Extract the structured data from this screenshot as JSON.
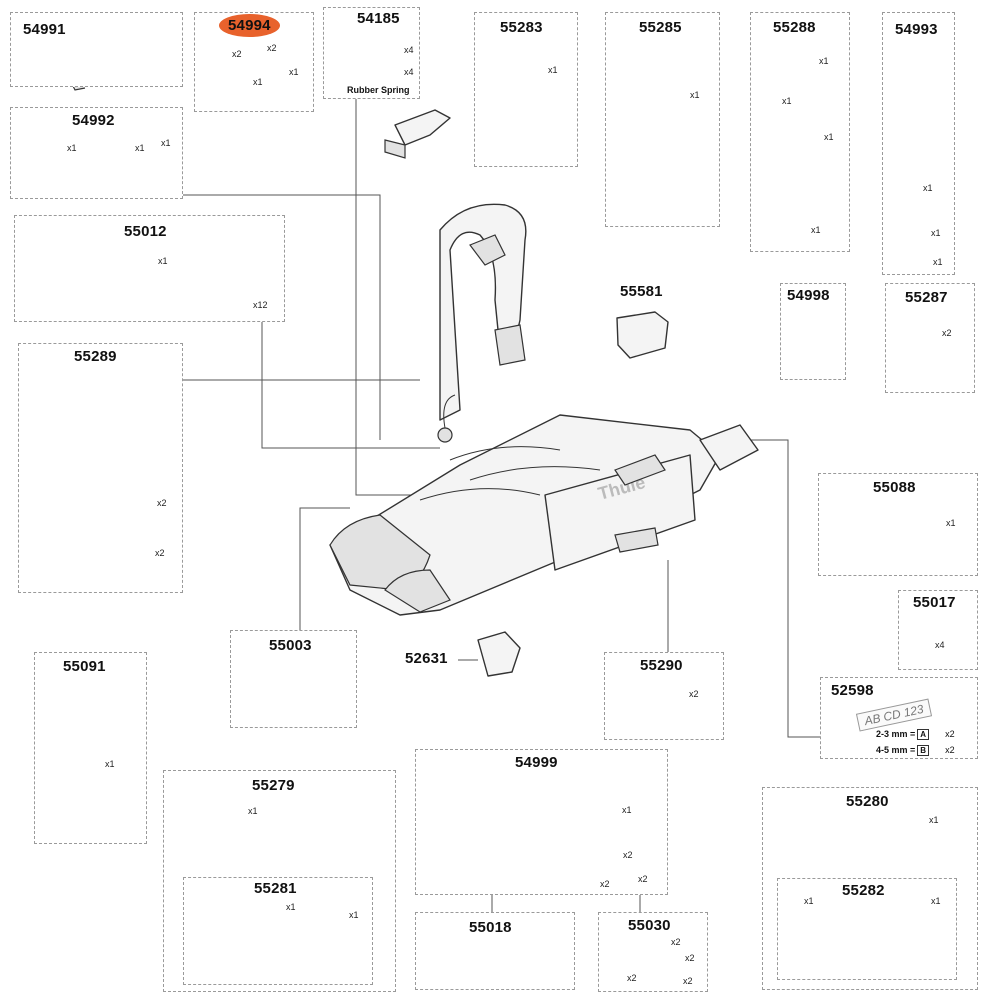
{
  "highlight_color": "#e8622c",
  "parts": {
    "p54991": {
      "number": "54991"
    },
    "p54994": {
      "number": "54994",
      "q": [
        "x2",
        "x2",
        "x1",
        "x1"
      ]
    },
    "p54185": {
      "number": "54185",
      "q": [
        "x4",
        "x4"
      ],
      "caption": "Rubber Spring"
    },
    "p55283": {
      "number": "55283",
      "q": [
        "x1"
      ]
    },
    "p55285": {
      "number": "55285",
      "q": [
        "x1"
      ]
    },
    "p55288": {
      "number": "55288",
      "q": [
        "x1",
        "x1",
        "x1",
        "x1"
      ]
    },
    "p54993": {
      "number": "54993",
      "q": [
        "x1",
        "x1",
        "x1"
      ]
    },
    "p54992": {
      "number": "54992",
      "q": [
        "x1",
        "x1",
        "x1"
      ]
    },
    "p55012": {
      "number": "55012",
      "q": [
        "x1",
        "x12"
      ]
    },
    "p55581": {
      "number": "55581"
    },
    "p54998": {
      "number": "54998"
    },
    "p55287": {
      "number": "55287",
      "q": [
        "x2"
      ]
    },
    "p55289": {
      "number": "55289",
      "q": [
        "x2",
        "x2"
      ]
    },
    "p55088": {
      "number": "55088",
      "q": [
        "x1"
      ]
    },
    "p55017": {
      "number": "55017",
      "q": [
        "x4"
      ]
    },
    "p55003": {
      "number": "55003"
    },
    "p52631": {
      "number": "52631"
    },
    "p55290": {
      "number": "55290",
      "q": [
        "x2"
      ]
    },
    "p52598": {
      "number": "52598",
      "plate": "AB CD 123",
      "line1": "2-3 mm =",
      "letter1": "A",
      "q1": "x2",
      "line2": "4-5 mm =",
      "letter2": "B",
      "q2": "x2"
    },
    "p55091": {
      "number": "55091",
      "q": [
        "x1"
      ]
    },
    "p55279": {
      "number": "55279",
      "q": [
        "x1"
      ]
    },
    "p55281": {
      "number": "55281",
      "q": [
        "x1",
        "x1"
      ]
    },
    "p54999": {
      "number": "54999",
      "q": [
        "x1",
        "x2",
        "x2",
        "x2"
      ]
    },
    "p55018": {
      "number": "55018"
    },
    "p55030": {
      "number": "55030",
      "q": [
        "x2",
        "x2",
        "x2",
        "x2"
      ]
    },
    "p55280": {
      "number": "55280",
      "q": [
        "x1"
      ]
    },
    "p55282": {
      "number": "55282",
      "q": [
        "x1",
        "x1"
      ]
    }
  },
  "main_unit": {
    "brand": "Thule"
  }
}
